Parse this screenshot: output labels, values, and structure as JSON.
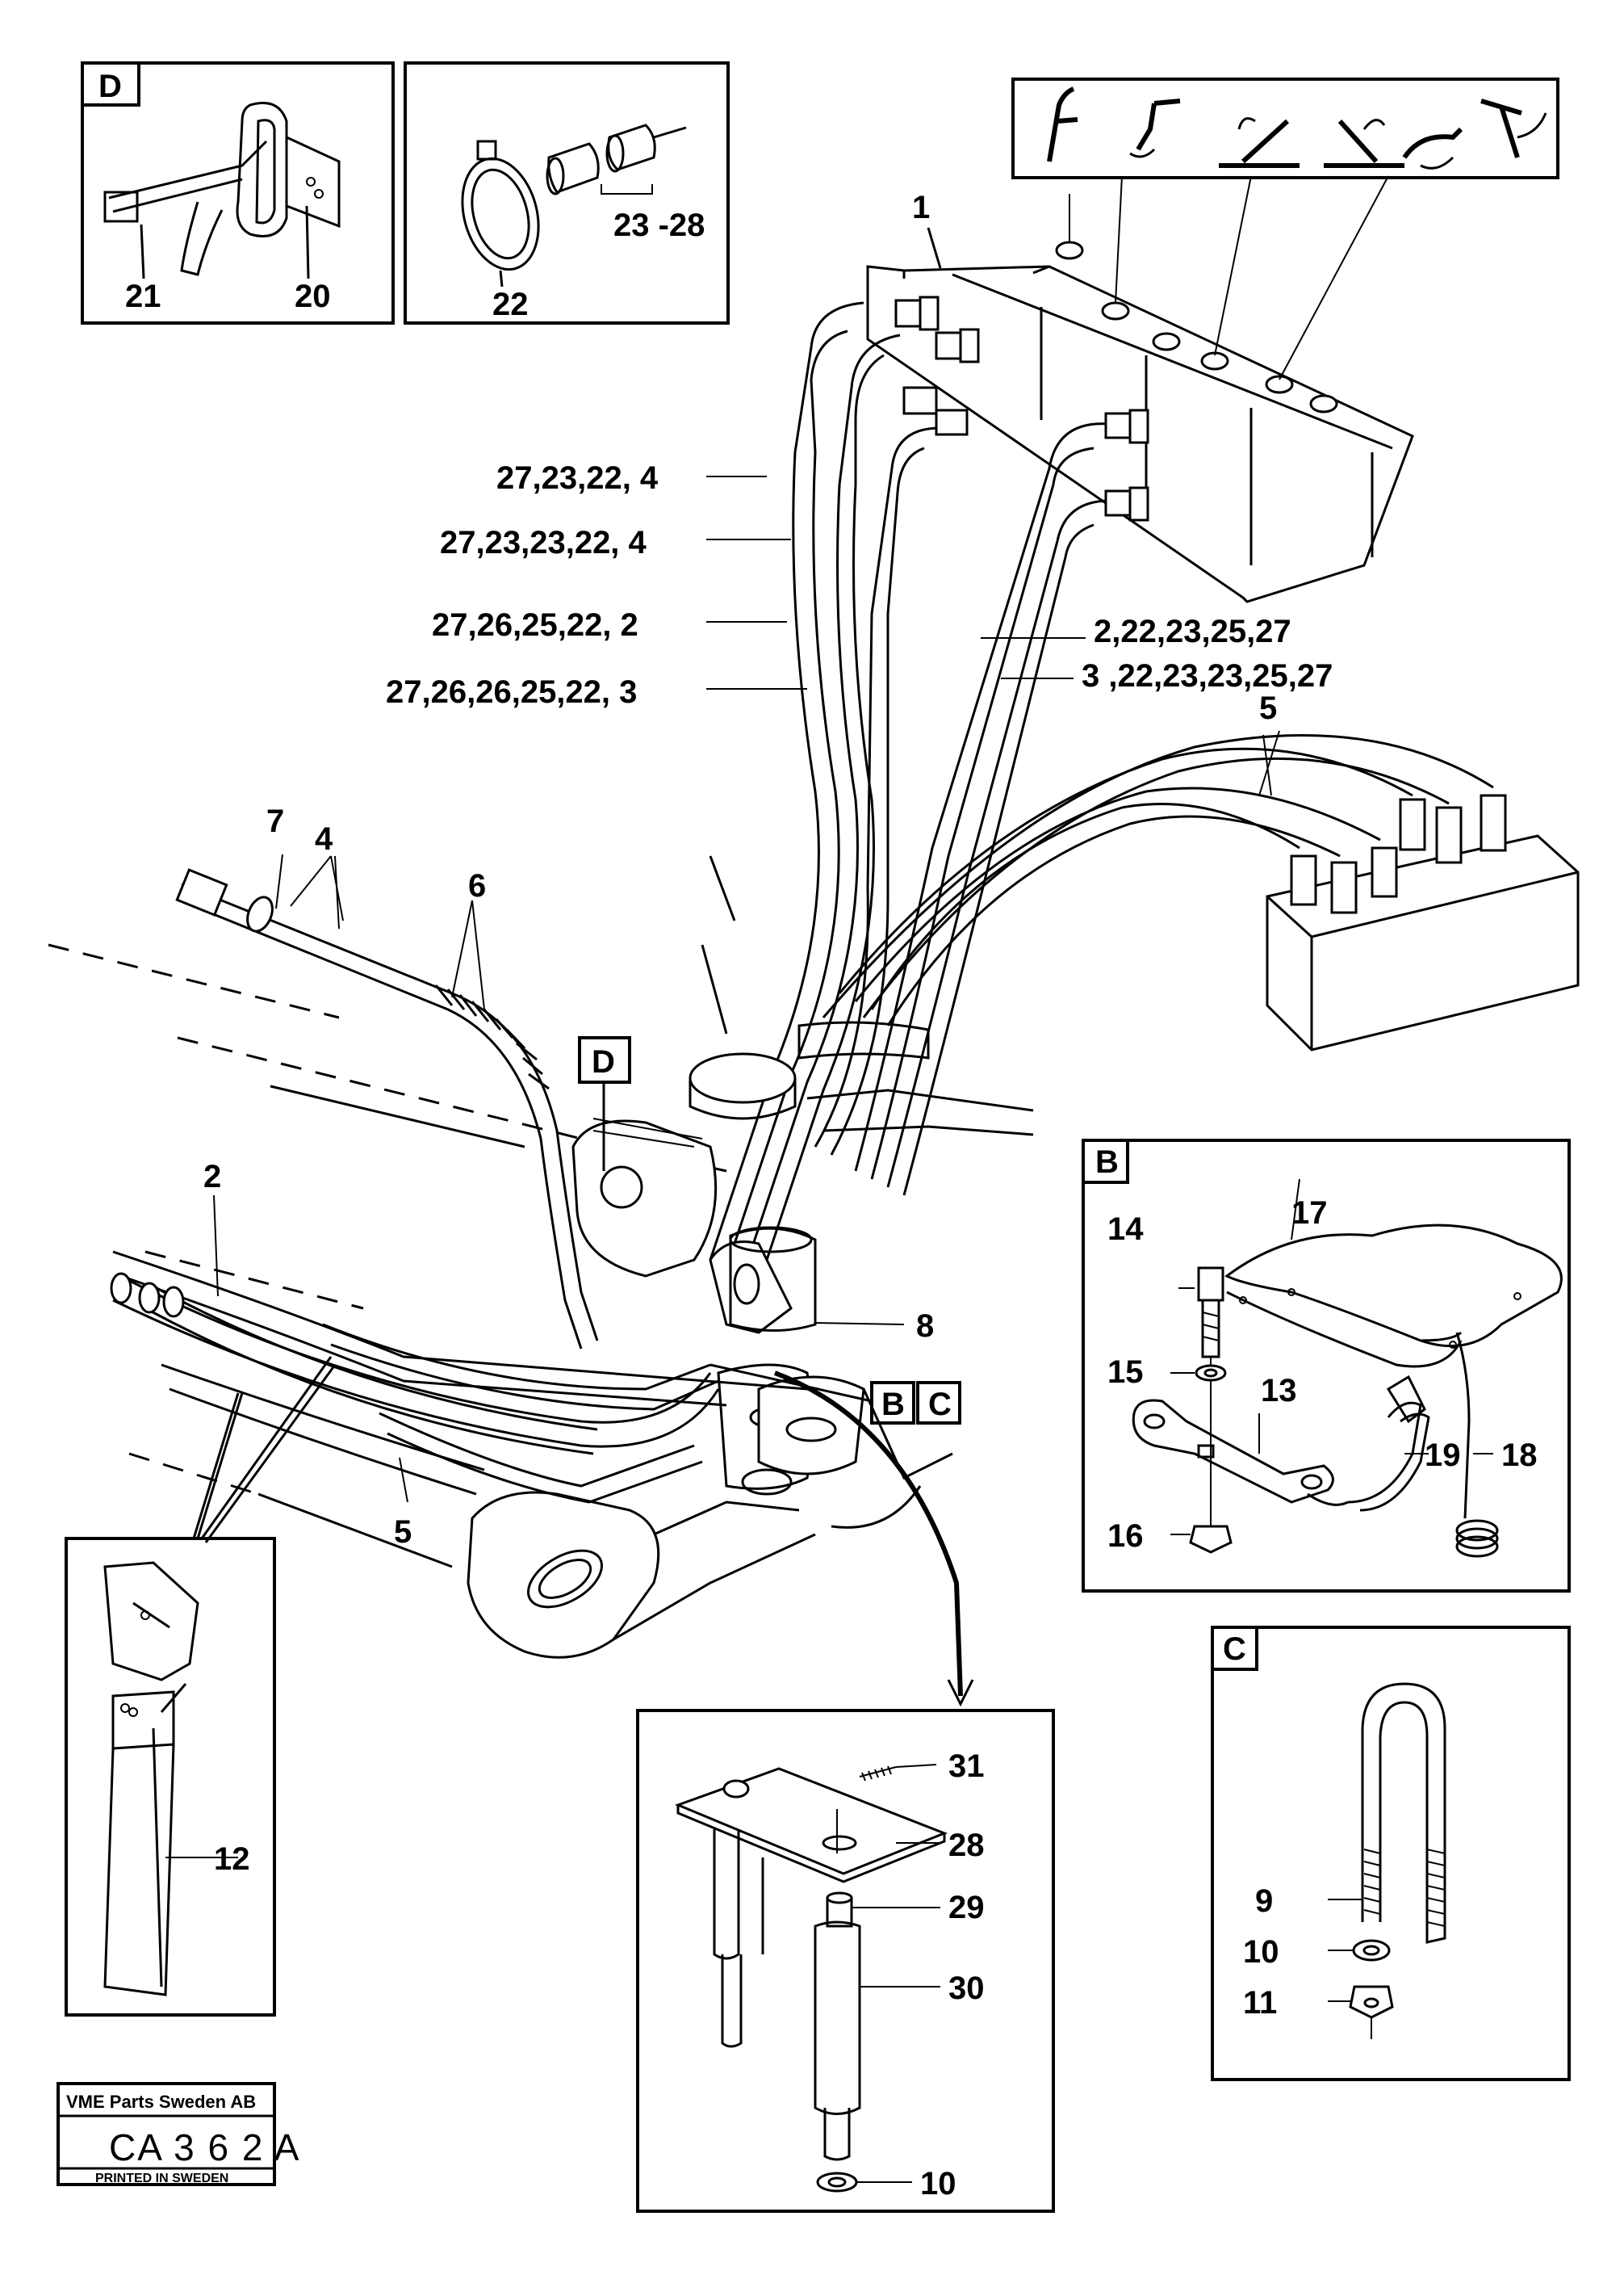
{
  "callouts": {
    "c1": "1",
    "c4a": "27,23,22, 4",
    "c4b": "27,23,23,22,  4",
    "c2a": "27,26,25,22,  2",
    "c3a": "27,26,26,25,22,  3",
    "c2b": "2,22,23,25,27",
    "c3b": "3  ,22,23,23,25,27",
    "c5top": "5",
    "c7": "7",
    "c4": "4",
    "c6": "6",
    "c2": "2",
    "c5": "5",
    "c8": "8",
    "c12": "12"
  },
  "detail_d": {
    "letter": "D",
    "c21": "21",
    "c20": "20"
  },
  "detail_clamp": {
    "c22": "22",
    "c2328": "23 -28"
  },
  "detail_b": {
    "letter": "B",
    "c14": "14",
    "c17": "17",
    "c15": "15",
    "c13": "13",
    "c19": "19",
    "c18": "18",
    "c16": "16"
  },
  "detail_c": {
    "letter": "C",
    "c9": "9",
    "c10": "10",
    "c11": "11"
  },
  "detail_pin": {
    "c31": "31",
    "c28": "28",
    "c29": "29",
    "c30": "30",
    "c10": "10"
  },
  "refs": {
    "d": "D",
    "b": "B",
    "c": "C"
  },
  "titleblock": {
    "company": "VME Parts Sweden AB",
    "code": "CA 3 6 2 A",
    "printed": "PRINTED IN SWEDEN"
  }
}
